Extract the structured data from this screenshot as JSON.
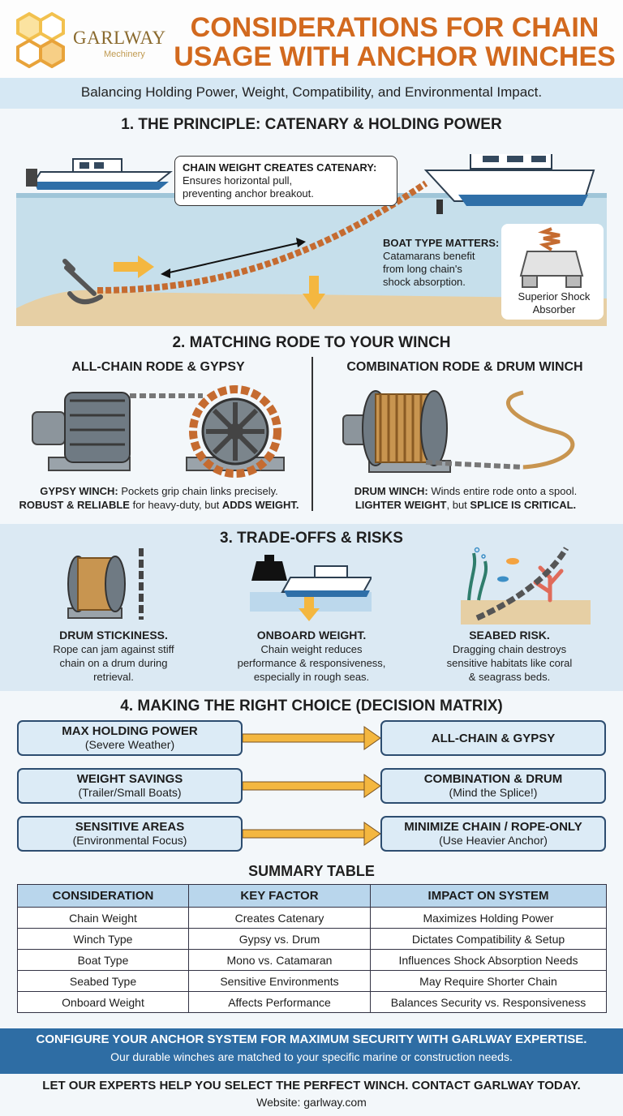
{
  "header": {
    "logo_name": "GARLWAY",
    "logo_sub": "Mechinery",
    "title_line1": "CONSIDERATIONS FOR CHAIN",
    "title_line2": "USAGE WITH ANCHOR WINCHES",
    "subtitle": "Balancing Holding Power, Weight, Compatibility, and Environmental Impact."
  },
  "section1": {
    "title": "1. THE PRINCIPLE: CATENARY & HOLDING POWER",
    "callout_catenary": {
      "heading": "CHAIN WEIGHT CREATES CATENARY:",
      "line1": "Ensures horizontal pull,",
      "line2": "preventing anchor breakout."
    },
    "callout_boat": {
      "heading": "BOAT TYPE MATTERS:",
      "line1": "Catamarans benefit",
      "line2": "from long chain's",
      "line3": "shock absorption."
    },
    "shock_label_line1": "Superior Shock",
    "shock_label_line2": "Absorber"
  },
  "section2": {
    "title": "2. MATCHING RODE TO YOUR WINCH",
    "left": {
      "title": "ALL-CHAIN RODE & GYPSY",
      "cap1_bold": "GYPSY WINCH:",
      "cap1_rest": " Pockets grip chain links precisely.",
      "cap2_bold": "ROBUST & RELIABLE",
      "cap2_mid": " for heavy-duty, but ",
      "cap2_bold2": "ADDS WEIGHT."
    },
    "right": {
      "title": "COMBINATION RODE & DRUM WINCH",
      "cap1_bold": "DRUM WINCH:",
      "cap1_rest": " Winds entire rode onto a spool.",
      "cap2_bold": "LIGHTER WEIGHT",
      "cap2_mid": ", but ",
      "cap2_bold2": "SPLICE IS CRITICAL."
    }
  },
  "section3": {
    "title": "3. TRADE-OFFS & RISKS",
    "items": [
      {
        "title": "DRUM STICKINESS.",
        "l1": "Rope can jam against stiff",
        "l2": "chain on a drum during",
        "l3": "retrieval."
      },
      {
        "title": "ONBOARD WEIGHT.",
        "l1": "Chain weight reduces",
        "l2": "performance & responsiveness,",
        "l3": "especially in rough seas."
      },
      {
        "title": "SEABED RISK.",
        "l1": "Dragging chain destroys",
        "l2": "sensitive habitats like coral",
        "l3": "& seagrass beds."
      }
    ]
  },
  "section4": {
    "title": "4. MAKING THE RIGHT CHOICE (DECISION MATRIX)",
    "rows": [
      {
        "need": "MAX HOLDING POWER",
        "need_sub": "(Severe Weather)",
        "choice": "ALL-CHAIN & GYPSY",
        "choice_sub": ""
      },
      {
        "need": "WEIGHT SAVINGS",
        "need_sub": "(Trailer/Small Boats)",
        "choice": "COMBINATION & DRUM",
        "choice_sub": "(Mind the Splice!)"
      },
      {
        "need": "SENSITIVE AREAS",
        "need_sub": "(Environmental Focus)",
        "choice": "MINIMIZE CHAIN / ROPE-ONLY",
        "choice_sub": "(Use Heavier Anchor)"
      }
    ]
  },
  "summary": {
    "title": "SUMMARY TABLE",
    "headers": [
      "CONSIDERATION",
      "KEY FACTOR",
      "IMPACT ON SYSTEM"
    ],
    "rows": [
      [
        "Chain Weight",
        "Creates Catenary",
        "Maximizes Holding Power"
      ],
      [
        "Winch Type",
        "Gypsy vs. Drum",
        "Dictates Compatibility & Setup"
      ],
      [
        "Boat Type",
        "Mono vs. Catamaran",
        "Influences Shock Absorption Needs"
      ],
      [
        "Seabed Type",
        "Sensitive Environments",
        "May Require Shorter Chain"
      ],
      [
        "Onboard Weight",
        "Affects Performance",
        "Balances Security vs. Responsiveness"
      ]
    ]
  },
  "footer": {
    "cta1": "CONFIGURE YOUR ANCHOR SYSTEM FOR MAXIMUM SECURITY WITH GARLWAY EXPERTISE.",
    "cta2": "Our durable winches are matched to your specific marine or construction needs.",
    "contact": "LET OUR EXPERTS HELP YOU SELECT THE PERFECT WINCH. CONTACT GARLWAY TODAY.",
    "website": "Website: garlway.com"
  },
  "colors": {
    "accent": "#d2691e",
    "band": "#2e6da4",
    "light": "#dcebf6",
    "chain": "#c56b30",
    "arrow": "#f4b740"
  }
}
